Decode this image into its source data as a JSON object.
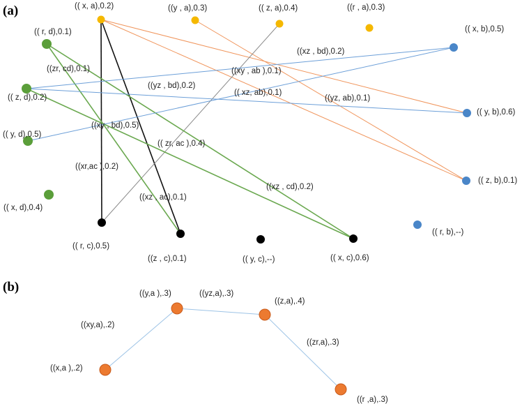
{
  "panel_a": {
    "label": "(a)",
    "nodes": [
      {
        "id": "xa",
        "label": "(( x, a),0.2)",
        "group": "a"
      },
      {
        "id": "ya",
        "label": "((y , a),0.3)",
        "group": "a"
      },
      {
        "id": "za",
        "label": "(( z, a),0.4)",
        "group": "a"
      },
      {
        "id": "ra",
        "label": "((r , a),0.3)",
        "group": "a"
      },
      {
        "id": "rd",
        "label": "(( r, d),0.1)",
        "group": "d"
      },
      {
        "id": "zd",
        "label": "(( z, d),0.2)",
        "group": "d"
      },
      {
        "id": "yd",
        "label": "(( y, d),0.5)",
        "group": "d"
      },
      {
        "id": "xd",
        "label": "(( x, d),0.4)",
        "group": "d"
      },
      {
        "id": "xb",
        "label": "(( x, b),0.5)",
        "group": "b"
      },
      {
        "id": "yb",
        "label": "(( y, b),0.6)",
        "group": "b"
      },
      {
        "id": "zb",
        "label": "(( z, b),0.1)",
        "group": "b"
      },
      {
        "id": "rb",
        "label": "(( r, b),--)",
        "group": "b"
      },
      {
        "id": "rc",
        "label": "(( r, c),0.5)",
        "group": "c"
      },
      {
        "id": "zc",
        "label": "((z , c),0.1)",
        "group": "c"
      },
      {
        "id": "yc",
        "label": "(( y, c),--)",
        "group": "c"
      },
      {
        "id": "xc",
        "label": "(( x, c),0.6)",
        "group": "c"
      }
    ],
    "edges": [
      {
        "from": "xa",
        "to": "yb",
        "color": "orange"
      },
      {
        "from": "xa",
        "to": "zb",
        "color": "orange"
      },
      {
        "from": "ya",
        "to": "zb",
        "color": "orange"
      },
      {
        "from": "xa",
        "to": "rc",
        "color": "black"
      },
      {
        "from": "xa",
        "to": "zc",
        "color": "black"
      },
      {
        "from": "za",
        "to": "rc",
        "color": "gray"
      },
      {
        "from": "rd",
        "to": "zc",
        "color": "green"
      },
      {
        "from": "rd",
        "to": "xc",
        "color": "green"
      },
      {
        "from": "zd",
        "to": "xc",
        "color": "green"
      },
      {
        "from": "zd",
        "to": "xb",
        "color": "blue"
      },
      {
        "from": "zd",
        "to": "yb",
        "color": "blue"
      },
      {
        "from": "yd",
        "to": "xb",
        "color": "blue"
      }
    ],
    "edge_labels": [
      "((xz , bd),0.2)",
      "((zr, cd),0.1)",
      "((xy , ab ),0.1)",
      "((yz , bd),0.2)",
      "(( xz, ab),0.1)",
      "((yz, ab),0.1)",
      "((xy , bd),0.5)",
      "(( zr, ac ),0.4)",
      "((xr,ac ),0.2)",
      "((xz , cd),0.2)",
      "((xz , ac),0.1)"
    ]
  },
  "panel_b": {
    "label": "(b)",
    "nodes": [
      {
        "id": "xa",
        "label": "((x,a ),.2)"
      },
      {
        "id": "ya",
        "label": "((y,a ),.3)"
      },
      {
        "id": "za",
        "label": "((z,a),.4)"
      },
      {
        "id": "ra",
        "label": "((r ,a),.3)"
      }
    ],
    "edges": [
      {
        "from": "xa",
        "to": "ya",
        "label": "((xy,a),.2)"
      },
      {
        "from": "ya",
        "to": "za",
        "label": "((yz,a),.3)"
      },
      {
        "from": "za",
        "to": "ra",
        "label": "((zr,a),.3)"
      }
    ]
  },
  "colors": {
    "group_a": "#f5b800",
    "group_b": "#4a86c8",
    "group_c": "#000000",
    "group_d": "#5b9e3a",
    "panel_b_node": "#ec7a30",
    "panel_b_node_stroke": "#c85a1a",
    "edge_orange": "#f0955c",
    "edge_blue": "#6c9fd8",
    "edge_green": "#6aa84f",
    "edge_black": "#111111",
    "edge_gray": "#8a8a8a",
    "edge_panel_b": "#9dc3e6"
  }
}
